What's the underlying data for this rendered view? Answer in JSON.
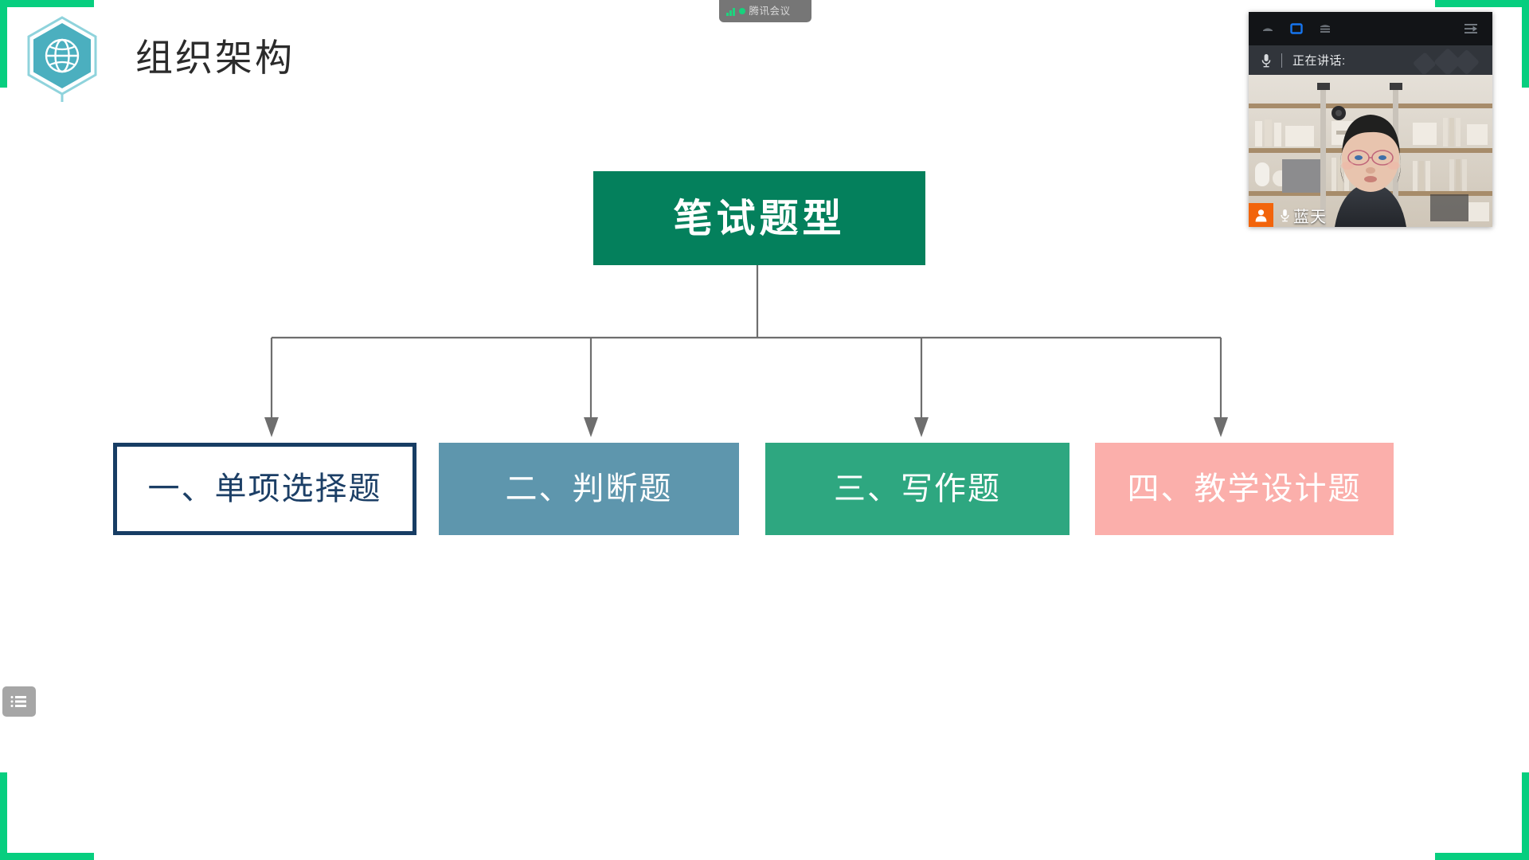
{
  "screen_share": {
    "frame_color": "#07CE7F",
    "frame_name": "screen-share-border"
  },
  "meeting_pill": {
    "label": "腾讯会议",
    "signal_icon": "signal-bars-icon",
    "status_dot_color": "#17D27D",
    "background": "#767676"
  },
  "slide": {
    "header": {
      "icon": "hexagon-globe-icon",
      "icon_color": "#4BAFBF",
      "title": "组织架构"
    },
    "chart_data": {
      "type": "tree",
      "title": "组织架构",
      "root": {
        "label": "笔试题型",
        "fill": "#04805C",
        "text_color": "#FFFFFF"
      },
      "children": [
        {
          "label": "一、单项选择题",
          "fill": "#FFFFFF",
          "border": "#173D64",
          "text_color": "#1C3F66"
        },
        {
          "label": "二、判断题",
          "fill": "#5E96AD",
          "border": "",
          "text_color": "#FFFFFF"
        },
        {
          "label": "三、写作题",
          "fill": "#2EA780",
          "border": "",
          "text_color": "#FFFFFF"
        },
        {
          "label": "四、教学设计题",
          "fill": "#FBAFAB",
          "border": "",
          "text_color": "#FFFFFF"
        }
      ],
      "connector_color": "#6E6E6E",
      "layout": "top-down, 1 root to 4 leaves with arrow heads"
    },
    "list_toggle": {
      "icon": "list-menu-icon",
      "background": "#A6A6A6"
    }
  },
  "video_panel": {
    "titlebar": {
      "minimize_icon": "minimize-icon",
      "restore_icon": "restore-window-icon",
      "menu_icon": "hamburger-menu-icon",
      "expand_icon": "arrow-right-out-icon",
      "active_color": "#1675EF"
    },
    "speaker_bar": {
      "mic_icon": "microphone-icon",
      "label": "正在讲话:",
      "watermark_icon": "tencent-meeting-logo-icon"
    },
    "participant": {
      "avatar_icon": "person-avatar-icon",
      "avatar_color": "#F2640B",
      "mic_icon": "microphone-icon",
      "name": "蓝天"
    }
  }
}
